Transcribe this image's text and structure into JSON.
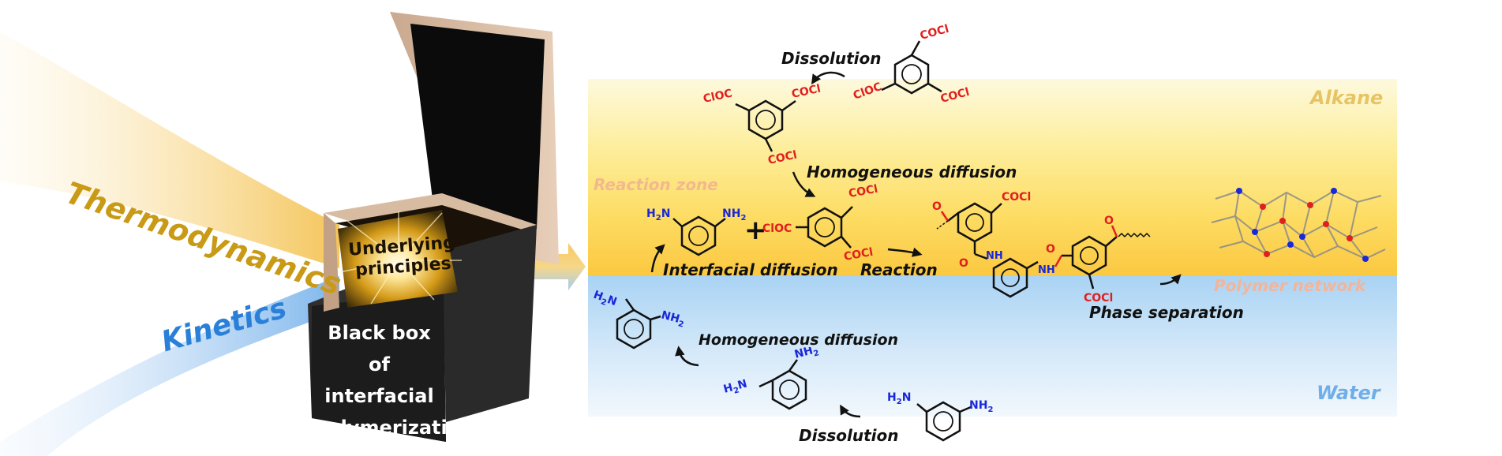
{
  "left": {
    "thermodynamics": "Thermodynamics",
    "kinetics": "Kinetics",
    "box_glow_text": "Underlying principles",
    "box_glow_line1": "Underlying",
    "box_glow_line2": "principles",
    "box_front_line1": "Black box of",
    "box_front_line2": "interfacial",
    "box_front_line3": "polymerization"
  },
  "phases": {
    "alkane": "Alkane",
    "water": "Water",
    "reaction_zone": "Reaction zone",
    "polymer_network": "Polymer network"
  },
  "steps": {
    "dissolution_top": "Dissolution",
    "homog_diff_top": "Homogeneous diffusion",
    "interfacial_diffusion": "Interfacial diffusion",
    "reaction": "Reaction",
    "phase_separation": "Phase separation",
    "homog_diff_bottom": "Homogeneous diffusion",
    "dissolution_bottom": "Dissolution",
    "plus": "+"
  },
  "chem": {
    "cocl": "COCl",
    "cloc": "ClOC",
    "nh2": "NH",
    "h2n": "H",
    "sub2": "2",
    "nh": "NH",
    "o": "O"
  },
  "colors": {
    "acyl_red": "#e0201e",
    "amine_blue": "#1a28d8",
    "thermo_gold": "#c99a16",
    "kinetics_blue": "#2a80d8",
    "alkane_label": "#e7c463",
    "water_label": "#6faee9",
    "reaction_zone_label": "#f3b98e",
    "polymer_label": "#f2b59a"
  }
}
